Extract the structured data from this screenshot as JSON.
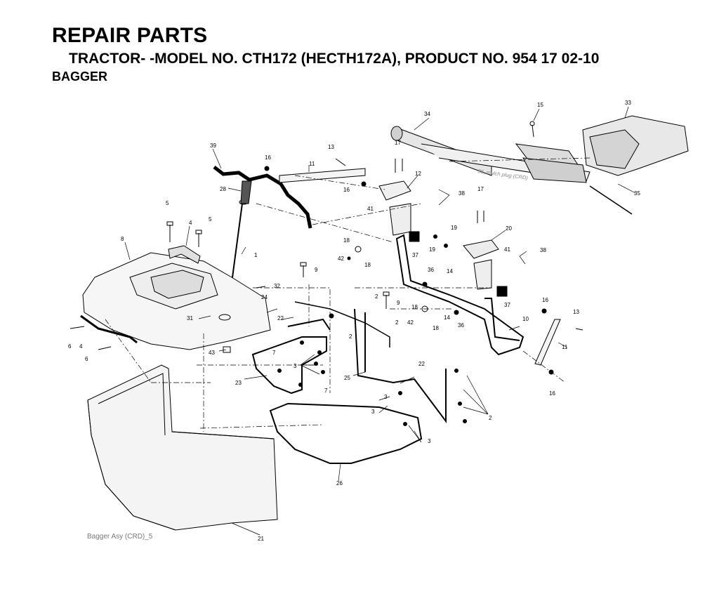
{
  "header": {
    "title": "REPAIR PARTS",
    "subtitle": "TRACTOR- -MODEL NO. CTH172 (HECTH172A), PRODUCT NO. 954 17 02-10",
    "section": "BAGGER"
  },
  "diagram": {
    "caption": "Bagger Asy (CRD)_5",
    "watermark": "36_mulch plug (CRD)",
    "callouts": [
      "1",
      "2",
      "3",
      "4",
      "5",
      "6",
      "7",
      "8",
      "9",
      "10",
      "11",
      "12",
      "13",
      "14",
      "15",
      "16",
      "17",
      "18",
      "19",
      "20",
      "21",
      "22",
      "23",
      "24",
      "25",
      "26",
      "28",
      "31",
      "32",
      "33",
      "34",
      "35",
      "36",
      "37",
      "38",
      "39",
      "41",
      "42",
      "43"
    ]
  }
}
